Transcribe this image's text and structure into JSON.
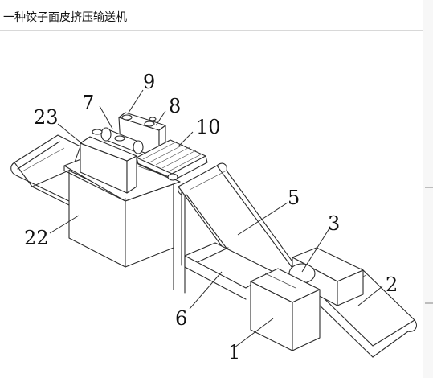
{
  "window": {
    "title": "一种饺子面皮挤压输送机"
  },
  "diagram": {
    "labels": [
      "9",
      "7",
      "8",
      "23",
      "10",
      "5",
      "3",
      "22",
      "2",
      "6",
      "1"
    ]
  }
}
